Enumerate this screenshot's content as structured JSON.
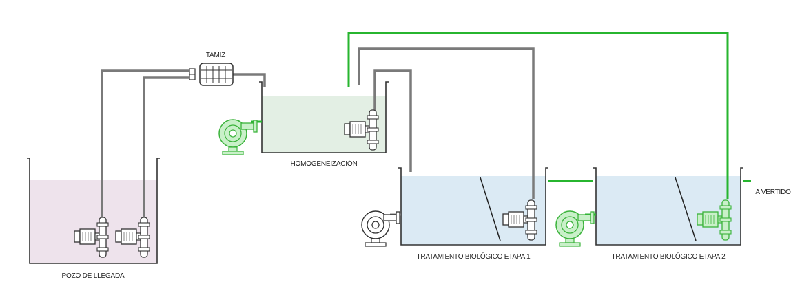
{
  "labels": {
    "tamiz": "TAMIZ",
    "pozo": "POZO DE LLEGADA",
    "homogeneizacion": "HOMOGENEIZACIÓN",
    "etapa1": "TRATAMIENTO BIOLÓGICO ETAPA 1",
    "etapa2": "TRATAMIENTO BIOLÓGICO ETAPA 2",
    "vertido": "A VERTIDO"
  },
  "colors": {
    "green": "#27b52f",
    "pipe_gray": "#7a7a7a",
    "outline": "#333333",
    "pozo_fill": "#eee3ec",
    "homog_fill": "#e3efe4",
    "bio_fill": "#dbeaf4",
    "pump_green_fill": "#c9f0c9",
    "pump_green_stroke": "#3bb33b"
  },
  "icons": {
    "pump": "submersible-pump-icon",
    "blower": "blower-icon",
    "screen": "screen-filter-icon"
  }
}
